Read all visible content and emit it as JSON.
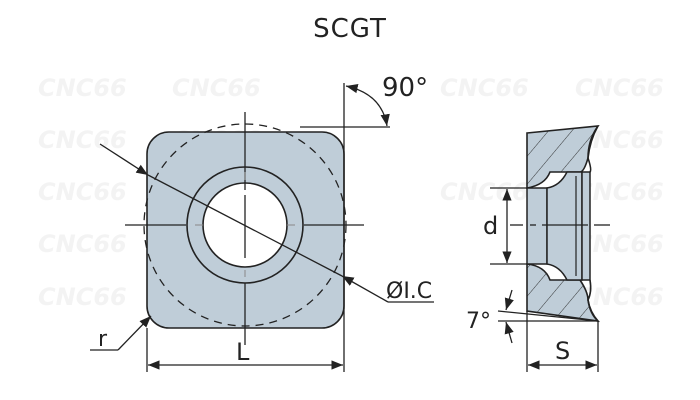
{
  "title": "SCGT",
  "watermark": "CNC66",
  "colors": {
    "insert_fill": "#bfcdd8",
    "line": "#222222",
    "hole": "#ffffff",
    "watermark": "#f2f2f2",
    "watermark_accent": "#fbe6d6"
  },
  "top_view": {
    "labels": {
      "angle": "90°",
      "inscribed_circle": "ØI.C",
      "corner_radius": "r",
      "length": "L"
    }
  },
  "side_view": {
    "labels": {
      "hole_diameter": "d",
      "clearance_angle": "7°",
      "thickness": "S"
    }
  }
}
